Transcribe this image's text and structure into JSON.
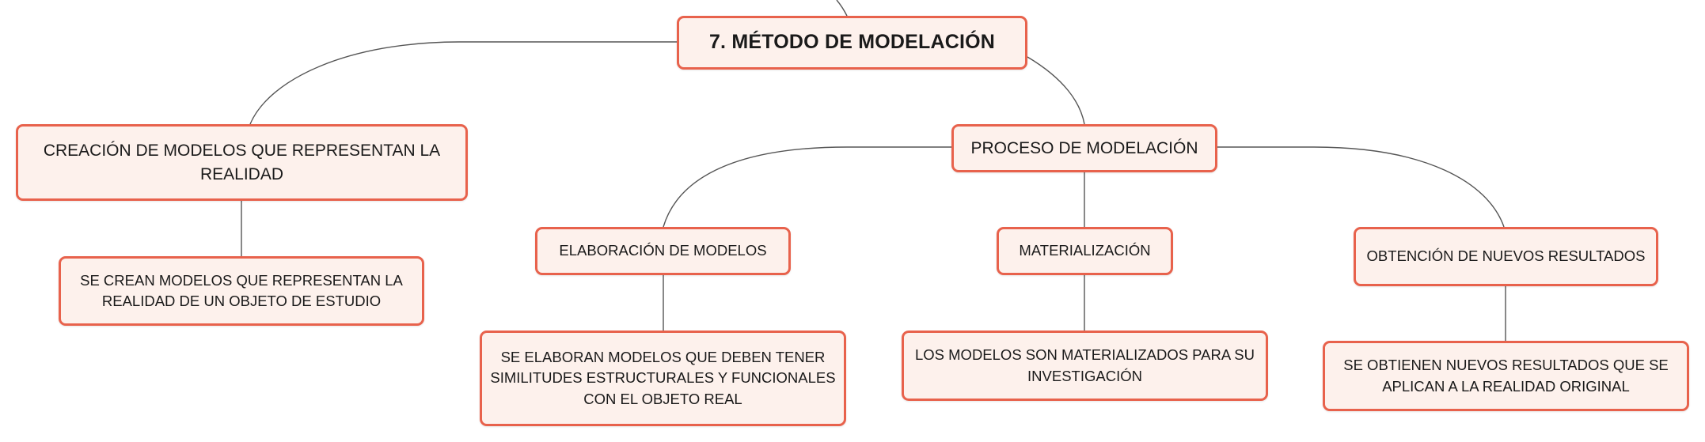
{
  "diagram": {
    "root": {
      "label": "7. MÉTODO DE MODELACIÓN"
    },
    "branches": [
      {
        "label": "CREACIÓN DE MODELOS QUE REPRESENTAN LA REALIDAD",
        "detail": "SE CREAN MODELOS QUE REPRESENTAN LA REALIDAD DE UN OBJETO DE ESTUDIO"
      },
      {
        "label": "PROCESO DE MODELACIÓN",
        "steps": [
          {
            "label": "ELABORACIÓN DE MODELOS",
            "detail": "SE ELABORAN MODELOS QUE DEBEN TENER SIMILITUDES ESTRUCTURALES Y FUNCIONALES CON EL OBJETO REAL"
          },
          {
            "label": "MATERIALIZACIÓN",
            "detail": "LOS MODELOS SON MATERIALIZADOS PARA SU INVESTIGACIÓN"
          },
          {
            "label": "OBTENCIÓN DE NUEVOS RESULTADOS",
            "detail": "SE OBTIENEN NUEVOS RESULTADOS QUE SE APLICAN A LA REALIDAD ORIGINAL"
          }
        ]
      }
    ]
  },
  "colors": {
    "node_border": "#e8624c",
    "node_fill": "#fdf1ec",
    "connector": "#555555"
  }
}
